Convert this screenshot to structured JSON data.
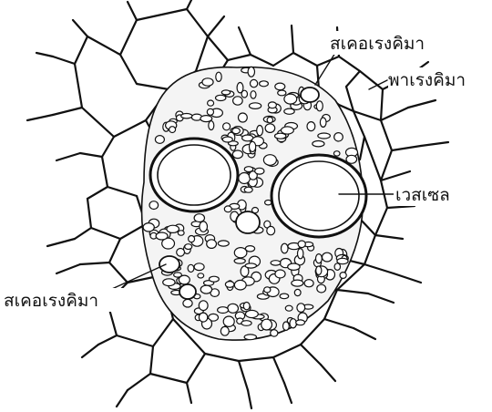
{
  "labels": {
    "sclerenchyma_top": "สเคอเรงคิมา",
    "parenchyma": "พาเรงคิมา",
    "vessel": "เวสเซล",
    "sclerenchyma_left": "สเคอเรงคิมา"
  },
  "colors": {
    "ink": "#111111",
    "background": "#ffffff"
  }
}
